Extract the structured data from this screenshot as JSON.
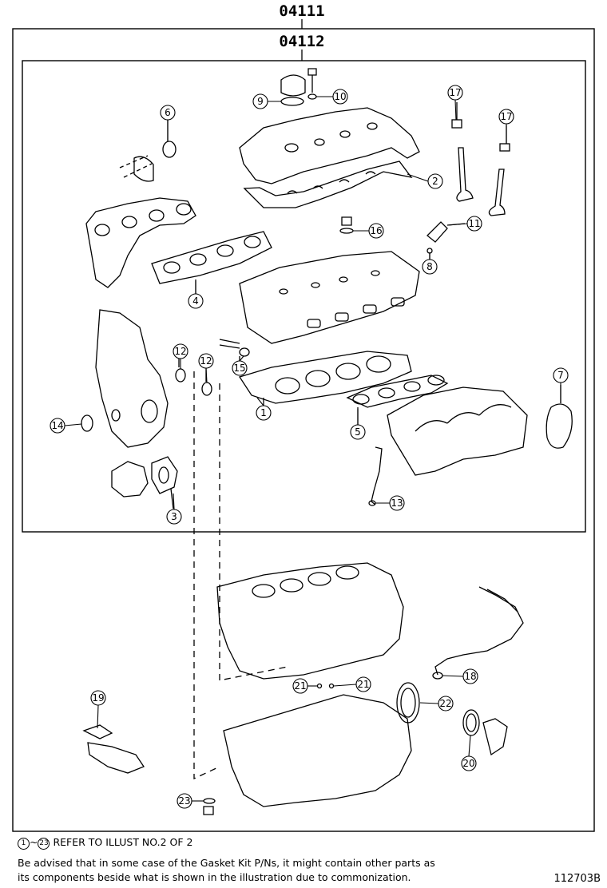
{
  "kit_outer": "04111",
  "kit_inner": "04112",
  "callouts": [
    "1",
    "2",
    "3",
    "4",
    "5",
    "6",
    "7",
    "8",
    "9",
    "10",
    "11",
    "12",
    "12",
    "13",
    "14",
    "15",
    "16",
    "17",
    "17",
    "18",
    "19",
    "20",
    "21",
    "21",
    "22",
    "23"
  ],
  "footer": {
    "range_start": "1",
    "range_sep": "~",
    "range_end": "23",
    "refer_text": "REFER TO ILLUST NO.2 OF 2",
    "note_line1": "Be advised that in some case of the Gasket Kit P/Ns,  it might contain other parts as",
    "note_line2": "its components beside what is shown in the illustration due to commonization.",
    "illustration_no": "112703B"
  }
}
